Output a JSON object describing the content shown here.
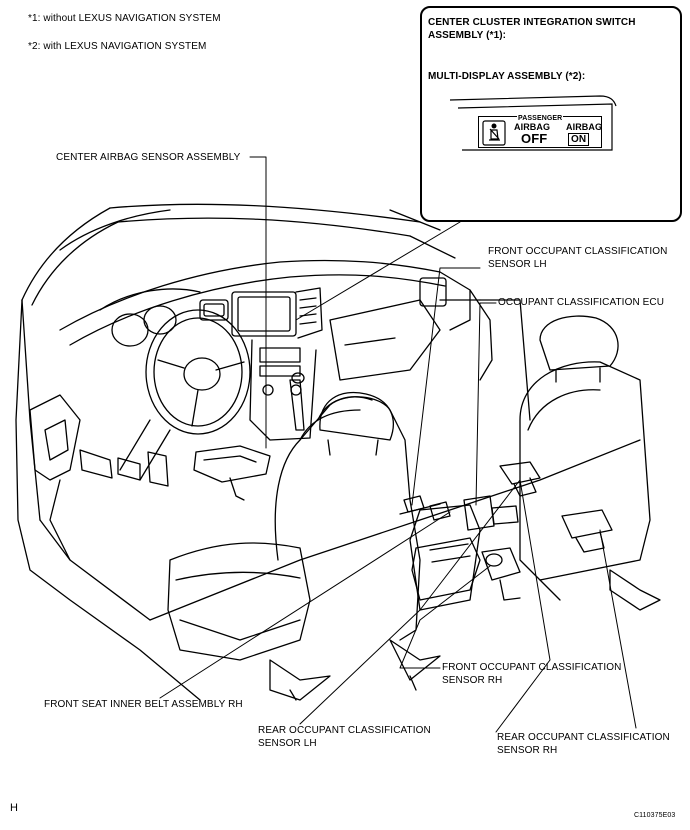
{
  "notes": {
    "note1": "*1: without LEXUS NAVIGATION SYSTEM",
    "note2": "*2: with LEXUS NAVIGATION SYSTEM"
  },
  "callout": {
    "title_line1": "CENTER CLUSTER INTEGRATION SWITCH",
    "title_line2": "ASSEMBLY (*1):",
    "subtitle": "MULTI-DISPLAY ASSEMBLY (*2):",
    "panel": {
      "header": "PASSENGER",
      "left_top": "AIRBAG",
      "left_bottom": "OFF",
      "right_top": "AIRBAG",
      "right_bottom": "ON"
    }
  },
  "labels": {
    "center_airbag_sensor": "CENTER AIRBAG SENSOR ASSEMBLY",
    "front_occ_lh_1": "FRONT OCCUPANT CLASSIFICATION",
    "front_occ_lh_2": "SENSOR LH",
    "occ_ecu": "OCCUPANT CLASSIFICATION ECU",
    "front_seat_belt": "FRONT SEAT INNER BELT ASSEMBLY RH",
    "front_occ_rh_1": "FRONT OCCUPANT CLASSIFICATION",
    "front_occ_rh_2": "SENSOR RH",
    "rear_occ_lh_1": "REAR OCCUPANT CLASSIFICATION",
    "rear_occ_lh_2": "SENSOR LH",
    "rear_occ_rh_1": "REAR OCCUPANT CLASSIFICATION",
    "rear_occ_rh_2": "SENSOR RH"
  },
  "footer": {
    "left_code": "H",
    "figure_code": "C110375E03"
  }
}
